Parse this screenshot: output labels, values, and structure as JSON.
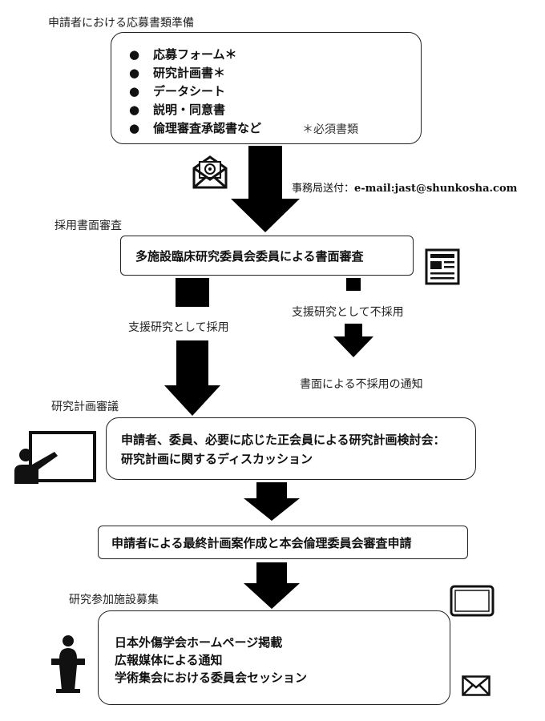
{
  "step1": {
    "heading": "申請者における応募書類準備",
    "bullets": [
      "応募フォーム＊",
      "研究計画書＊",
      "データシート",
      "説明・同意書",
      "倫理審査承認書など"
    ],
    "required_note": "＊必須書類",
    "bullet_symbol": "●"
  },
  "submission": {
    "label": "事務局送付：",
    "email": "e-mail:jast@shunkosha.com"
  },
  "step2": {
    "heading": "採用書面審査",
    "box_text": "多施設臨床研究委員会委員による書面審査",
    "adopt_label": "支援研究として採用",
    "reject_label": "支援研究として不採用",
    "reject_notice": "書面による不採用の通知"
  },
  "step3": {
    "heading": "研究計画審議",
    "box_line1": "申請者、委員、必要に応じた正会員による研究計画検討会：",
    "box_line2": "研究計画に関するディスカッション"
  },
  "step4": {
    "box_text": "申請者による最終計画案作成と本会倫理委員会審査申請"
  },
  "step5": {
    "heading": "研究参加施設募集",
    "lines": [
      "日本外傷学会ホームページ掲載",
      "広報媒体による通知",
      "学術集会における委員会セッション"
    ]
  },
  "icons": {
    "email": "email-icon",
    "newspaper": "newspaper-icon",
    "presentation": "presentation-icon",
    "tablet": "tablet-icon",
    "podium": "podium-icon",
    "mail": "mail-icon"
  }
}
